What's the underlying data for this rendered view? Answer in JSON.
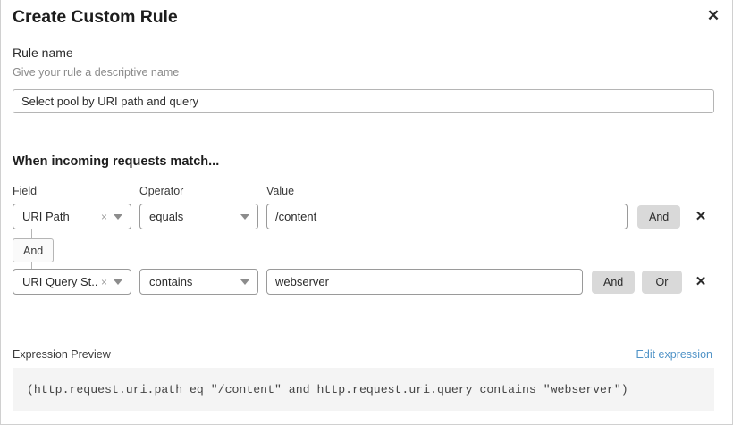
{
  "dialog": {
    "title": "Create Custom Rule",
    "close_label": "✕"
  },
  "rule_name": {
    "label": "Rule name",
    "help": "Give your rule a descriptive name",
    "value": "Select pool by URI path and query",
    "placeholder": "Rule name"
  },
  "conditions": {
    "heading": "When incoming requests match...",
    "columns": {
      "field": "Field",
      "operator": "Operator",
      "value": "Value"
    },
    "connector": {
      "label": "And"
    },
    "rows": [
      {
        "field": "URI Path",
        "clear_icon": "×",
        "operator": "equals",
        "value": "/content",
        "and_label": "And",
        "delete_label": "✕"
      },
      {
        "field": "URI Query St...",
        "clear_icon": "×",
        "operator": "contains",
        "value": "webserver",
        "and_label": "And",
        "or_label": "Or",
        "delete_label": "✕"
      }
    ]
  },
  "expression": {
    "label": "Expression Preview",
    "edit_link": "Edit expression",
    "code": "(http.request.uri.path eq \"/content\" and http.request.uri.query contains \"webserver\")"
  },
  "colors": {
    "link": "#5093c7",
    "button_bg": "#d9d9d9",
    "code_bg": "#f4f4f4",
    "border": "#9a9a9a"
  }
}
